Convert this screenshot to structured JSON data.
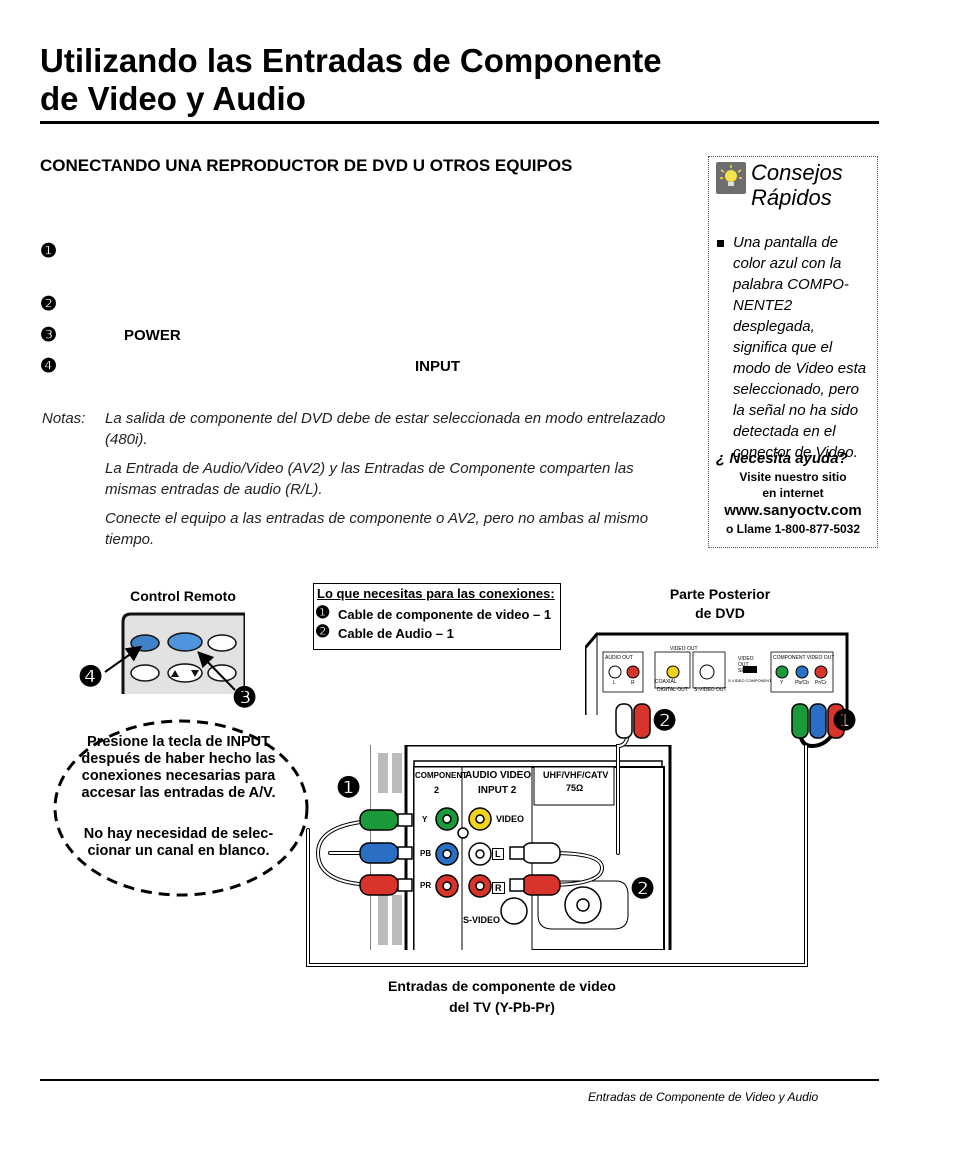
{
  "page": {
    "title_line1": "Utilizando las Entradas de Componente",
    "title_line2": "de Video y Audio",
    "section_heading": "CONECTANDO UNA REPRODUCTOR DE DVD U OTROS EQUIPOS",
    "steps": [
      {
        "num": "❶"
      },
      {
        "num": "❷"
      },
      {
        "num": "❸",
        "keyword": "POWER"
      },
      {
        "num": "❹",
        "keyword": "INPUT"
      }
    ],
    "notes_label": "Notas:",
    "notes": [
      "La salida de componente del DVD debe de estar seleccionada en modo entrelazado (480i).",
      "La Entrada de Audio/Video (AV2) y las Entradas de Componente comparten las mismas entradas de audio (R/L).",
      "Conecte el equipo a las entradas de componente o AV2, pero no ambas al mismo tiempo."
    ]
  },
  "tips": {
    "title_line1": "Consejos",
    "title_line2": "Rápidos",
    "body": "Una pantalla de color azul con la palabra COMPO-NENTE2 desplegada, significa que el modo de Video esta seleccionado, pero la señal no ha sido detectada en el conector de Video.",
    "help_label": "¿ Necesita ayuda?",
    "visit_line1": "Visite nuestro sitio",
    "visit_line2": "en internet",
    "website": "www.sanyoctv.com",
    "phone": "o Llame 1-800-877-5032"
  },
  "diagram": {
    "remote_label": "Control Remoto",
    "needs_title": "Lo que necesitas para las conexiones:",
    "needs_item1": "Cable de componente de video – 1",
    "needs_item2": "Cable de Audio – 1",
    "needs_num1": "❶",
    "needs_num2": "❷",
    "dvd_label_line1": "Parte Posterior",
    "dvd_label_line2": "de DVD",
    "bubble_line1": "Presione la tecla de INPUT después de haber hecho las conexiones necesarias para accesar las entradas de A/V.",
    "bubble_line2": "No hay necesidad de selec-cionar un canal en blanco.",
    "tv_component": "COMPONENT",
    "tv_component_num": "2",
    "tv_audio_video": "AUDIO VIDEO",
    "tv_input2": "INPUT 2",
    "tv_uhf": "UHF/VHF/CATV",
    "tv_ohm": "75Ω",
    "tv_y": "Y",
    "tv_pb": "PB",
    "tv_pr": "PR",
    "tv_video": "VIDEO",
    "tv_l": "L",
    "tv_r": "R",
    "tv_svideo": "S-VIDEO",
    "dvd_audio_out": "AUDIO OUT",
    "dvd_video_out": "VIDEO OUT",
    "dvd_component_out": "COMPONENT VIDEO OUT",
    "dvd_coaxial": "COAXIAL",
    "dvd_digital_out": "DIGITAL OUT",
    "dvd_svideo_out": "S-VIDEO OUT",
    "dvd_select": "VIDEO OUT SELECT",
    "dvd_svideo_component": "S-VIDEO COMPONENT",
    "dvd_l": "L",
    "dvd_r": "R",
    "dvd_y": "Y",
    "dvd_pbcb": "Pb/Cb",
    "dvd_prcr": "Pr/Cr",
    "callout_1": "❶",
    "callout_2": "❷",
    "callout_3": "❸",
    "callout_4": "❹",
    "caption_line1": "Entradas de componente de video",
    "caption_line2": "del TV (Y-Pb-Pr)"
  },
  "footer": "Entradas de Componente de Video y Audio",
  "colors": {
    "green": "#1a9a3a",
    "blue": "#2a6fc4",
    "red": "#d9342b",
    "yellow": "#f2d21b",
    "remote_blue": "#3f82c8"
  }
}
